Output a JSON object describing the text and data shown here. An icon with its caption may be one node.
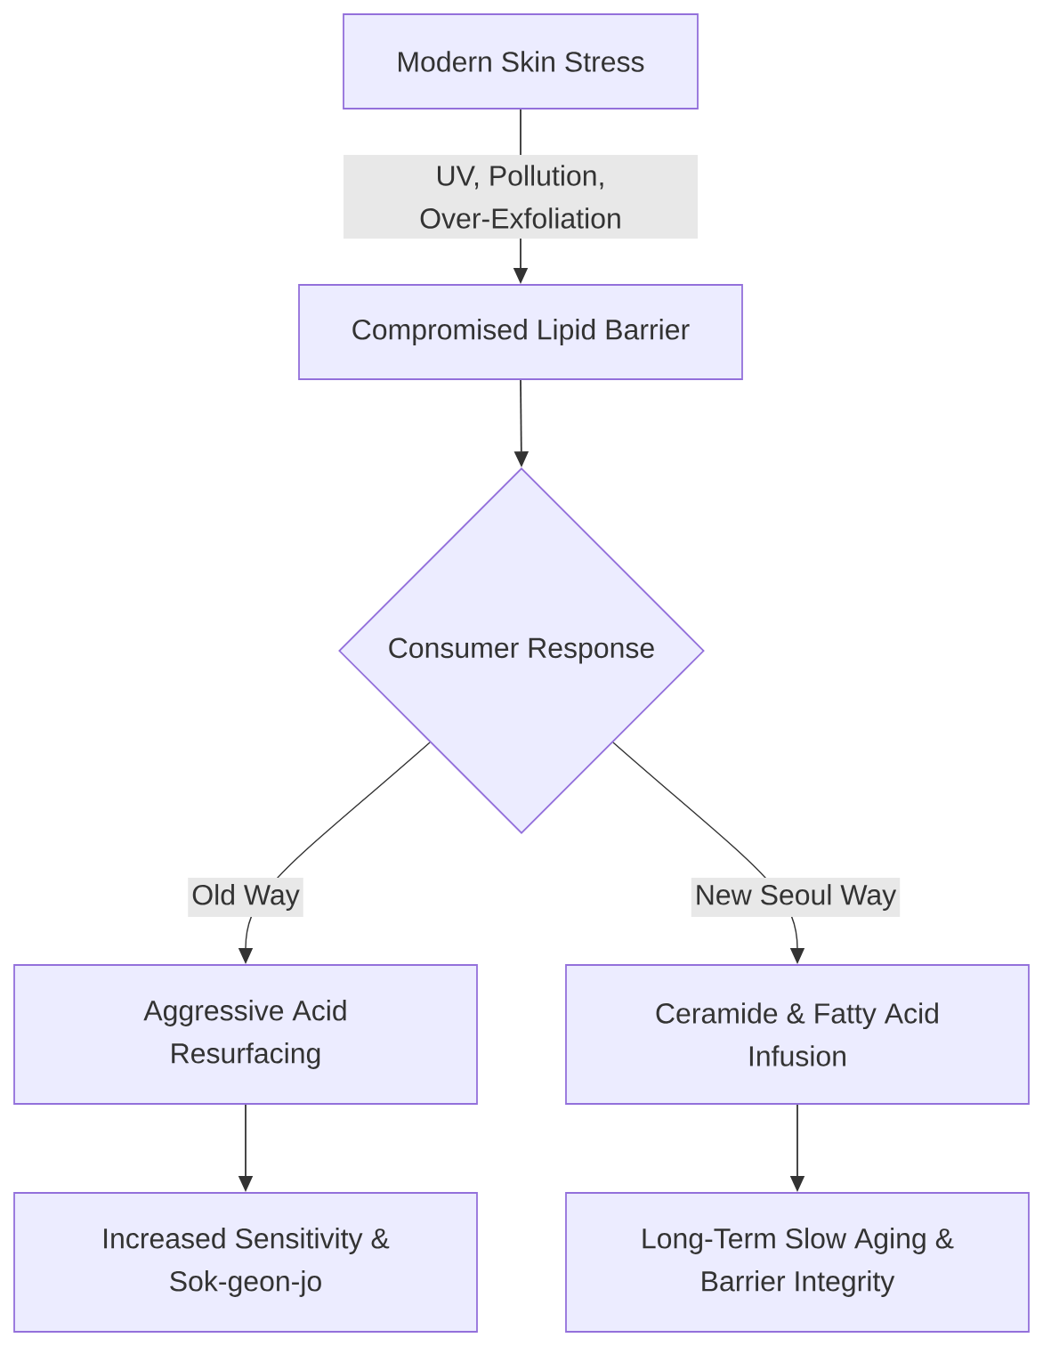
{
  "diagram": {
    "nodes": [
      {
        "text": [
          "Modern Skin Stress"
        ]
      },
      {
        "text": [
          "Compromised Lipid Barrier"
        ]
      },
      {
        "text": [
          "Consumer Response"
        ]
      },
      {
        "text": [
          "Aggressive Acid Resurfacing"
        ]
      },
      {
        "text": [
          "Ceramide & Fatty Acid Infusion"
        ]
      },
      {
        "text": [
          "Increased Sensitivity & Sok-geon-jo"
        ]
      },
      {
        "text": [
          "Long-Term Slow Aging & Barrier Integrity"
        ]
      }
    ],
    "edges": [
      {
        "from": 0,
        "to": 1,
        "arrow": "to",
        "label": "UV, Pollution, Over-Exfoliation"
      },
      {
        "from": 1,
        "to": 2,
        "arrow": "to"
      },
      {
        "from": 2,
        "to": 3,
        "arrow": "to",
        "label": "Old Way"
      },
      {
        "from": 2,
        "to": 4,
        "arrow": "to",
        "label": "New Seoul Way"
      },
      {
        "from": 3,
        "to": 5,
        "arrow": "to"
      },
      {
        "from": 4,
        "to": 6,
        "arrow": "to"
      }
    ]
  }
}
